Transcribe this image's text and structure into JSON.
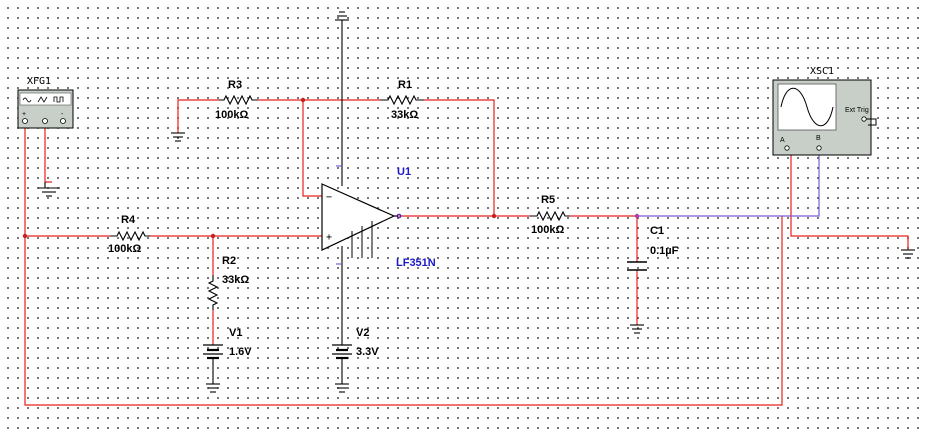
{
  "components": {
    "xfg1": {
      "name": "XFG1",
      "terminals": [
        "+",
        "",
        "-"
      ]
    },
    "xsc1": {
      "name": "XSC1",
      "ext_trig": "Ext Trig",
      "channel_a": "A",
      "channel_b": "B"
    },
    "r1": {
      "name": "R1",
      "value": "33kΩ"
    },
    "r2": {
      "name": "R2",
      "value": "33kΩ"
    },
    "r3": {
      "name": "R3",
      "value": "100kΩ"
    },
    "r4": {
      "name": "R4",
      "value": "100kΩ"
    },
    "r5": {
      "name": "R5",
      "value": "100kΩ"
    },
    "c1": {
      "name": "C1",
      "value": "0.1µF"
    },
    "u1": {
      "name": "U1",
      "part": "LF351N"
    },
    "v1": {
      "name": "V1",
      "value": "1.6V"
    },
    "v2": {
      "name": "V2",
      "value": "3.3V"
    }
  },
  "colors": {
    "wire": "#e8201c",
    "probe_wire": "#7a5cd0",
    "component": "#000000",
    "ref_label": "#1a1acc",
    "junction": "#c8201c"
  }
}
